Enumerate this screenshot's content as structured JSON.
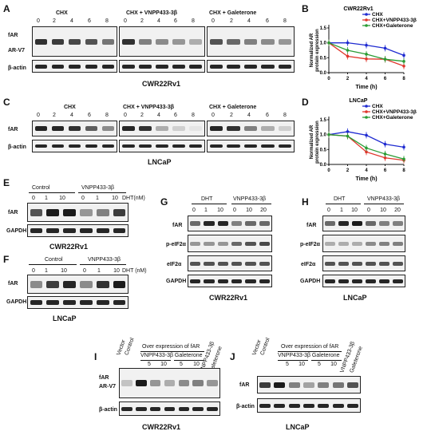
{
  "panels": {
    "A": "A",
    "B": "B",
    "C": "C",
    "D": "D",
    "E": "E",
    "F": "F",
    "G": "G",
    "H": "H",
    "I": "I",
    "J": "J"
  },
  "A": {
    "groups": [
      "CHX",
      "CHX + VNPP433-3β",
      "CHX + Galeterone"
    ],
    "lanes": [
      "0",
      "2",
      "4",
      "6",
      "8"
    ],
    "rows": [
      "fAR",
      "AR-V7",
      "β-actin"
    ],
    "caption": "CWR22Rv1"
  },
  "C": {
    "groups": [
      "CHX",
      "CHX + VNPP433-3β",
      "CHX + Galeterone"
    ],
    "lanes": [
      "0",
      "2",
      "4",
      "6",
      "8"
    ],
    "rows": [
      "fAR",
      "β-actin"
    ],
    "caption": "LNCaP"
  },
  "E": {
    "groups": [
      "Control",
      "VNPP433-3β"
    ],
    "lanes": [
      "0",
      "1",
      "10",
      "0",
      "1",
      "10"
    ],
    "unit": "DHT(nM)",
    "rows": [
      "fAR",
      "GAPDH"
    ],
    "caption": "CWR22Rv1"
  },
  "F": {
    "groups": [
      "Control",
      "VNPP433-3β"
    ],
    "lanes": [
      "0",
      "1",
      "10",
      "0",
      "1",
      "10"
    ],
    "unit": "DHT (nM)",
    "rows": [
      "fAR",
      "GAPDH"
    ],
    "caption": "LNCaP"
  },
  "G": {
    "groups": [
      "DHT",
      "VNPP433-3β"
    ],
    "lanes": [
      "0",
      "1",
      "10",
      "0",
      "10",
      "20"
    ],
    "rows": [
      "fAR",
      "p-eIF2α",
      "eIF2α",
      "GAPDH"
    ],
    "caption": "CWR22Rv1"
  },
  "H": {
    "groups": [
      "DHT",
      "VNPP433-3β"
    ],
    "lanes": [
      "0",
      "1",
      "10",
      "0",
      "10",
      "20"
    ],
    "rows": [
      "fAR",
      "p-eIF2α",
      "eIF2α",
      "GAPDH"
    ],
    "caption": "LNCaP"
  },
  "I": {
    "header": "Over expression of fAR",
    "sub": "VNPP433-3β Galeterone",
    "rotated": [
      "Vector",
      "Control",
      "VNPP433-3β",
      "Galeterone"
    ],
    "lanes": [
      "5",
      "10",
      "5",
      "10"
    ],
    "rows": [
      "fAR",
      "AR-V7",
      "β-actin"
    ],
    "caption": "CWR22Rv1"
  },
  "J": {
    "header": "Over expression of fAR",
    "sub": "VNPP433-3β Galeterone",
    "rotated": [
      "Vector",
      "Control",
      "VNPP433-3β",
      "Galeterone"
    ],
    "lanes": [
      "5",
      "10",
      "5",
      "10"
    ],
    "rows": [
      "fAR",
      "β-actin"
    ],
    "caption": "LNCaP"
  },
  "chart_data": [
    {
      "type": "line",
      "title": "CWR22Rv1",
      "xlabel": "Time (h)",
      "ylabel": "Normalized AR protein expression",
      "x": [
        0,
        2,
        4,
        6,
        8
      ],
      "xlim": [
        0,
        8
      ],
      "ylim": [
        0,
        1.5
      ],
      "yticks": [
        "0.0",
        "0.5",
        "1.0",
        "1.5"
      ],
      "xticks": [
        "0",
        "2",
        "4",
        "6",
        "8"
      ],
      "series": [
        {
          "name": "CHX",
          "color": "#1f2bd1",
          "values": [
            1.0,
            1.0,
            0.92,
            0.82,
            0.58
          ]
        },
        {
          "name": "CHX+VNPP433-3β",
          "color": "#e0362c",
          "values": [
            1.0,
            0.55,
            0.46,
            0.45,
            0.22
          ]
        },
        {
          "name": "CHX+Galeterone",
          "color": "#2a9c35",
          "values": [
            1.0,
            0.75,
            0.62,
            0.45,
            0.38
          ]
        }
      ],
      "legend": "top-right"
    },
    {
      "type": "line",
      "title": "LNCaP",
      "xlabel": "Time (h)",
      "ylabel": "Normalized AR protein expression",
      "x": [
        0,
        2,
        4,
        6,
        8
      ],
      "xlim": [
        0,
        8
      ],
      "ylim": [
        0,
        1.5
      ],
      "yticks": [
        "0.0",
        "0.5",
        "1.0",
        "1.5"
      ],
      "xticks": [
        "0",
        "2",
        "4",
        "6",
        "8"
      ],
      "series": [
        {
          "name": "CHX",
          "color": "#1f2bd1",
          "values": [
            1.0,
            1.1,
            0.98,
            0.68,
            0.58
          ]
        },
        {
          "name": "CHX+VNPP433-3β",
          "color": "#e0362c",
          "values": [
            1.0,
            0.95,
            0.42,
            0.22,
            0.14
          ]
        },
        {
          "name": "CHX+Galeterone",
          "color": "#2a9c35",
          "values": [
            1.0,
            0.95,
            0.55,
            0.35,
            0.18
          ]
        }
      ],
      "legend": "top-right"
    }
  ]
}
